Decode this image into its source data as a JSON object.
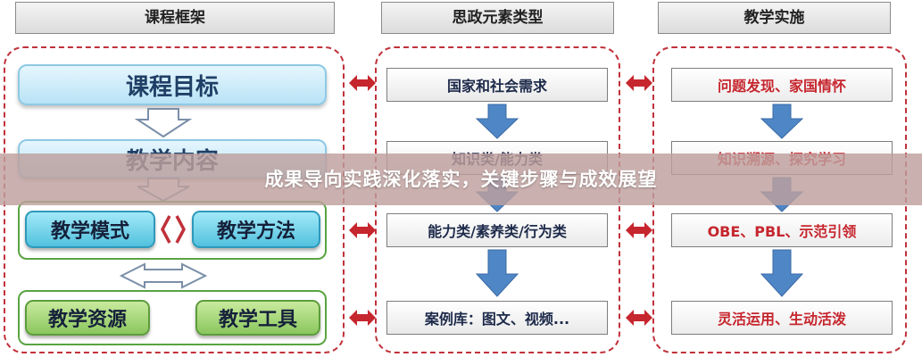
{
  "headers": {
    "left": "课程框架",
    "middle": "思政元素类型",
    "right": "教学实施"
  },
  "left": {
    "goal": "课程目标",
    "content": "教学内容",
    "mode": "教学模式",
    "method": "教学方法",
    "resource": "教学资源",
    "tool": "教学工具"
  },
  "middle": {
    "items": [
      "国家和社会需求",
      "知识类/能力类",
      "能力类/素养类/行为类",
      "案例库：图文、视频..."
    ]
  },
  "right": {
    "items": [
      "问题发现、家国情怀",
      "知识溯源、探究学习",
      "OBE、PBL、示范引领",
      "灵活运用、生动活泼"
    ]
  },
  "banner": {
    "title": "成果导向实践深化落实，关键步骤与成效展望"
  },
  "colors": {
    "dashed": "#c0313a",
    "arrow_blue": "#4f86c6",
    "red_text": "#c6262e"
  }
}
